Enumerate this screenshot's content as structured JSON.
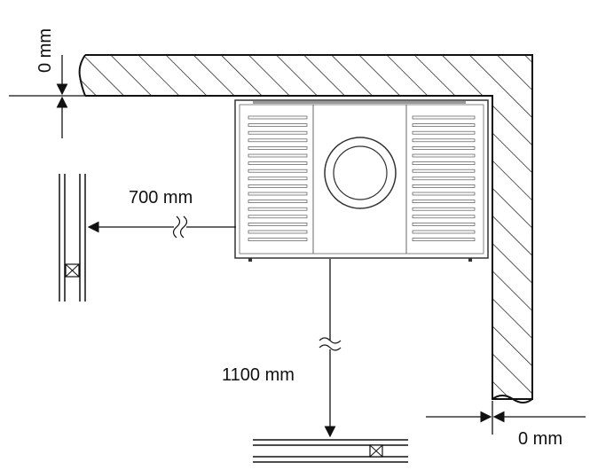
{
  "diagram": {
    "labels": {
      "top_clearance": "0 mm",
      "left_clearance": "700 mm",
      "front_clearance": "1100 mm",
      "right_clearance": "0 mm"
    },
    "colors": {
      "line": "#111111",
      "unit_outline": "#333333",
      "grille": "#555555",
      "background": "#ffffff"
    }
  }
}
